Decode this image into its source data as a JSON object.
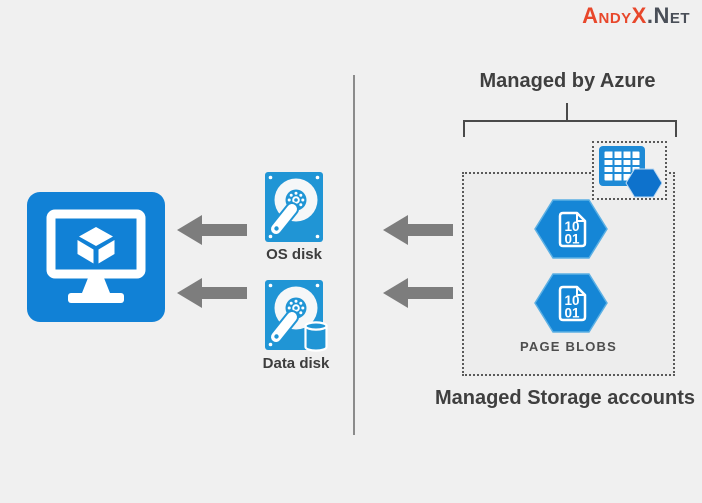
{
  "page": {
    "background": "#f0f0f0"
  },
  "watermark": {
    "brand": "AndyX",
    "suffix": ".Net",
    "brand_color": "#e8472b",
    "suffix_color": "#4a4f58"
  },
  "vm_section": {
    "icon": "azure-vm-monitor-cube-icon"
  },
  "disk_section": {
    "os_disk": {
      "label": "OS disk",
      "icon": "hard-disk-icon"
    },
    "data_disk": {
      "label": "Data disk",
      "icon": "hard-disk-database-icon"
    }
  },
  "managed_section": {
    "heading": "Managed by Azure",
    "storage_account_icon": "storage-account-table-hexagon-icon",
    "page_blob": {
      "digits_top": "10",
      "digits_bottom": "01",
      "icon": "page-blob-hexagon-icon"
    },
    "page_blobs_label": "PAGE BLOBS",
    "footer": "Managed Storage accounts"
  },
  "arrows": {
    "icon": "left-block-arrow",
    "color": "#7d7d7d",
    "count": 4
  },
  "colors": {
    "azure_blue": "#1181d6",
    "disk_blue": "#2095d5",
    "hex_blue": "#1586d6",
    "storage_hex_blue": "#0e72cc",
    "arrow_gray": "#7d7d7d",
    "text_dark": "#3f3f3f",
    "divider_gray": "#8b8b8b"
  }
}
